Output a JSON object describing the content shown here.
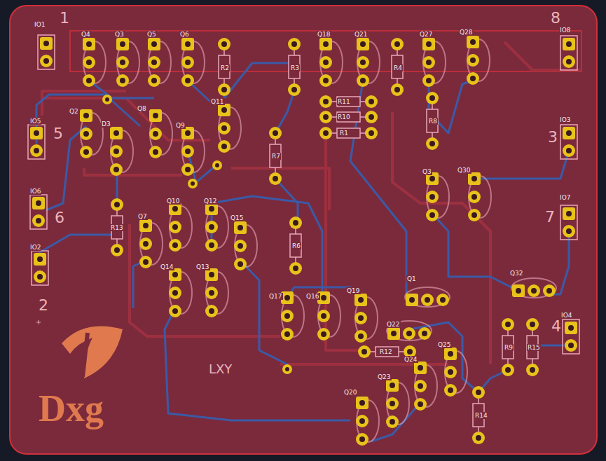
{
  "diagram": {
    "labels": [
      "IO1",
      "1",
      "Q4",
      "Q3",
      "Q5",
      "Q6",
      "R2",
      "R3",
      "Q18",
      "Q21",
      "R4",
      "Q27",
      "Q28",
      "IO8",
      "8",
      "Q2",
      "D3",
      "Q8",
      "Q9",
      "Q11",
      "5",
      "IO5",
      "R11",
      "R10",
      "R1",
      "R7",
      "IO3",
      "3",
      "R8",
      "Q3",
      "Q30",
      "IO6",
      "6",
      "R13",
      "Q7",
      "Q10",
      "Q12",
      "Q15",
      "R6",
      "IO7",
      "7",
      "IO2",
      "2",
      "Q14",
      "Q13",
      "Q1",
      "Q32",
      "Q17",
      "Q16",
      "Q19",
      "Q22",
      "IO4",
      "4",
      "R12",
      "Q25",
      "Q24",
      "Q23",
      "Q20",
      "R14",
      "R9",
      "R15",
      "LXY",
      "Dxg"
    ]
  }
}
